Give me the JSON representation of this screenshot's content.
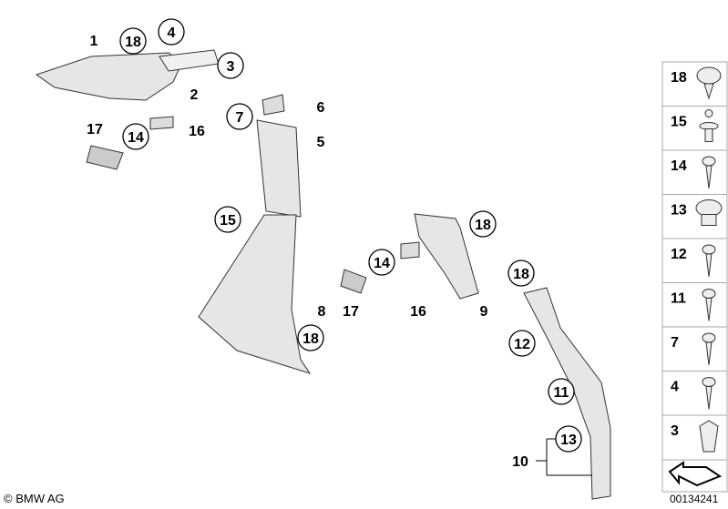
{
  "diagram": {
    "callouts": [
      {
        "label": "1",
        "circled": false
      },
      {
        "label": "18",
        "circled": true
      },
      {
        "label": "4",
        "circled": true
      },
      {
        "label": "3",
        "circled": true
      },
      {
        "label": "2",
        "circled": false
      },
      {
        "label": "7",
        "circled": true
      },
      {
        "label": "6",
        "circled": false
      },
      {
        "label": "5",
        "circled": false
      },
      {
        "label": "17",
        "circled": false
      },
      {
        "label": "14",
        "circled": true
      },
      {
        "label": "16",
        "circled": false
      },
      {
        "label": "15",
        "circled": true
      },
      {
        "label": "18",
        "circled": true
      },
      {
        "label": "14",
        "circled": true
      },
      {
        "label": "17",
        "circled": false
      },
      {
        "label": "16",
        "circled": false
      },
      {
        "label": "9",
        "circled": false
      },
      {
        "label": "8",
        "circled": false
      },
      {
        "label": "18",
        "circled": true
      },
      {
        "label": "18",
        "circled": true
      },
      {
        "label": "12",
        "circled": true
      },
      {
        "label": "11",
        "circled": true
      },
      {
        "label": "13",
        "circled": true
      },
      {
        "label": "10",
        "circled": false
      }
    ],
    "legend": [
      {
        "label": "18",
        "icon": "clip-icon"
      },
      {
        "label": "15",
        "icon": "expanding-rivet-icon"
      },
      {
        "label": "14",
        "icon": "screw-icon"
      },
      {
        "label": "13",
        "icon": "grommet-icon"
      },
      {
        "label": "12",
        "icon": "screw-icon"
      },
      {
        "label": "11",
        "icon": "screw-icon"
      },
      {
        "label": "7",
        "icon": "screw-icon"
      },
      {
        "label": "4",
        "icon": "screw-icon"
      },
      {
        "label": "3",
        "icon": "nut-clip-icon"
      }
    ],
    "copyright": "© BMW AG",
    "diagram_number": "00134241"
  }
}
